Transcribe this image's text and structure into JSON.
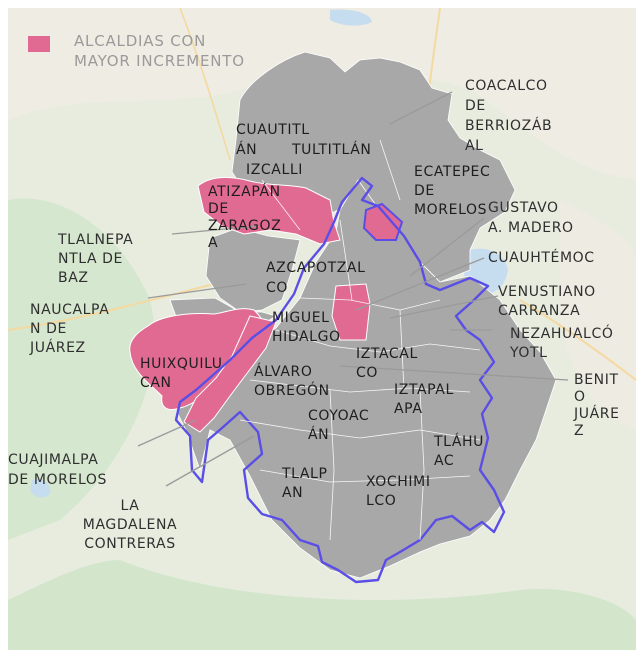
{
  "legend": {
    "lines": [
      "ALCALDIAS CON",
      "MAYOR INCREMENTO"
    ],
    "swatch_color": "#e16a92"
  },
  "colors": {
    "region_fill": "#a8a8a8",
    "highlight_fill": "#e16a92",
    "cdmx_border": "#5a4ee6",
    "basemap_green": "#d9ead2",
    "basemap_beige": "#efece4",
    "water": "#c6dcef"
  },
  "labels": [
    {
      "id": "coacalco",
      "lines": [
        "COACALCO",
        "DE",
        "BERRIOZÁB",
        "AL"
      ]
    },
    {
      "id": "cuautitlan",
      "lines": [
        "CUAUTITL",
        "ÁN"
      ]
    },
    {
      "id": "tultitlan",
      "lines": [
        "TULTITLÁN"
      ]
    },
    {
      "id": "izcalli",
      "lines": [
        "IZCALLI"
      ]
    },
    {
      "id": "ecatepec",
      "lines": [
        "ECATEPEC",
        "DE",
        "MORELOS"
      ]
    },
    {
      "id": "atizapan",
      "lines": [
        "ATIZAPÁN",
        "DE",
        "ZARAGOZ",
        "A"
      ]
    },
    {
      "id": "gustavo",
      "lines": [
        "GUSTAVO",
        "A. MADERO"
      ]
    },
    {
      "id": "tlalnepantla",
      "lines": [
        "TLALNEPA",
        "NTLA DE",
        "BAZ"
      ]
    },
    {
      "id": "cuauhtemoc",
      "lines": [
        "CUAUHTÉMOC"
      ]
    },
    {
      "id": "azcapotzalco",
      "lines": [
        "AZCAPOTZAL",
        "CO"
      ]
    },
    {
      "id": "venustiano",
      "lines": [
        "VENUSTIANO",
        "CARRANZA"
      ]
    },
    {
      "id": "naucalpan",
      "lines": [
        "NAUCALPA",
        "N DE",
        "JUÁREZ"
      ]
    },
    {
      "id": "miguel",
      "lines": [
        "MIGUEL",
        "HIDALGO"
      ]
    },
    {
      "id": "nezahualcoyotl",
      "lines": [
        "NEZAHUALCÓ",
        "YOTL"
      ]
    },
    {
      "id": "iztacalco",
      "lines": [
        "IZTACAL",
        "CO"
      ]
    },
    {
      "id": "huixquilucan",
      "lines": [
        "HUIXQUILU",
        "CAN"
      ]
    },
    {
      "id": "alvaro",
      "lines": [
        "ÁLVARO",
        "OBREGÓN"
      ]
    },
    {
      "id": "benito",
      "lines": [
        "BENIT",
        "O",
        "JUÁRE",
        "Z"
      ]
    },
    {
      "id": "iztapalapa",
      "lines": [
        "IZTAPAL",
        "APA"
      ]
    },
    {
      "id": "coyoacan",
      "lines": [
        "COYOAC",
        "ÁN"
      ]
    },
    {
      "id": "tlahuac",
      "lines": [
        "TLÁHU",
        "AC"
      ]
    },
    {
      "id": "cuajimalpa",
      "lines": [
        "CUAJIMALPA",
        "DE MORELOS"
      ]
    },
    {
      "id": "tlalpan",
      "lines": [
        "TLALP",
        "AN"
      ]
    },
    {
      "id": "xochimilco",
      "lines": [
        "XOCHIMI",
        "LCO"
      ]
    },
    {
      "id": "magdalena",
      "lines": [
        "LA",
        "MAGDALENA",
        "CONTRERAS"
      ]
    }
  ]
}
